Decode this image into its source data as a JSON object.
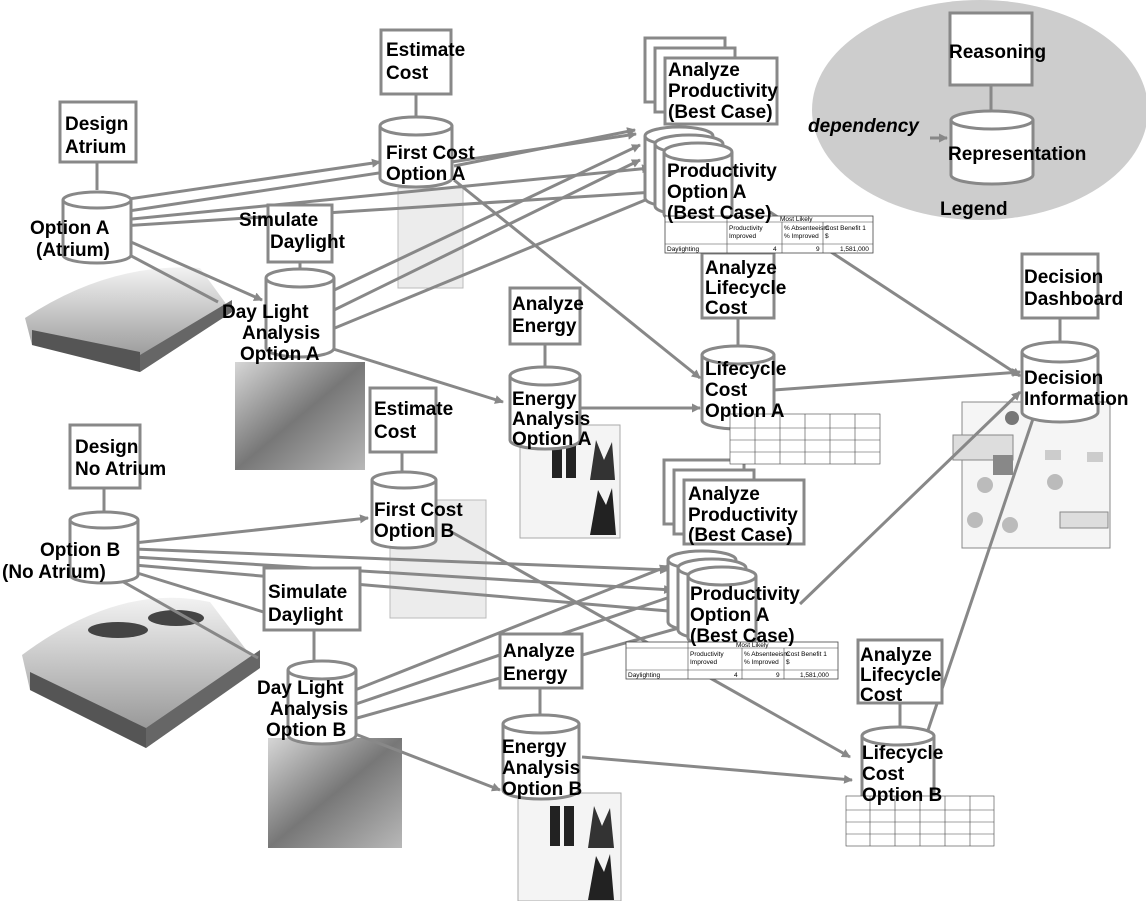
{
  "legend": {
    "reasoning": "Reasoning",
    "dependency": "dependency",
    "representation": "Representation",
    "title": "Legend"
  },
  "reasoning_boxes": {
    "design_atrium": [
      "Design",
      "Atrium"
    ],
    "estimate_cost_a": [
      "Estimate",
      "Cost"
    ],
    "simulate_daylight_a": [
      "Simulate",
      "Daylight"
    ],
    "analyze_energy_a": [
      "Analyze",
      "Energy"
    ],
    "analyze_productivity_a": [
      "Analyze",
      "Productivity",
      "(Best Case)"
    ],
    "analyze_lifecycle_a": [
      "Analyze",
      "Lifecycle",
      "Cost"
    ],
    "decision_dashboard": [
      "Decision",
      "Dashboard"
    ],
    "design_no_atrium": [
      "Design",
      "No Atrium"
    ],
    "estimate_cost_b": [
      "Estimate",
      "Cost"
    ],
    "simulate_daylight_b": [
      "Simulate",
      "Daylight"
    ],
    "analyze_energy_b": [
      "Analyze",
      "Energy"
    ],
    "analyze_productivity_b": [
      "Analyze",
      "Productivity",
      "(Best Case)"
    ],
    "analyze_lifecycle_b": [
      "Analyze",
      "Lifecycle",
      "Cost"
    ]
  },
  "representations": {
    "option_a": [
      "Option A",
      "(Atrium)"
    ],
    "first_cost_a": [
      "First Cost",
      "Option A"
    ],
    "daylight_a": [
      "Day Light",
      "Analysis",
      "Option A"
    ],
    "energy_a": [
      "Energy",
      "Analysis",
      "Option A"
    ],
    "productivity_a": [
      "Productivity",
      "Option A",
      "(Best Case)"
    ],
    "lifecycle_a": [
      "Lifecycle",
      "Cost",
      "Option A"
    ],
    "decision_info": [
      "Decision",
      "Information"
    ],
    "option_b": [
      "Option B",
      "(No Atrium)"
    ],
    "first_cost_b": [
      "First Cost",
      "Option B"
    ],
    "daylight_b": [
      "Day Light",
      "Analysis",
      "Option B"
    ],
    "energy_b": [
      "Energy",
      "Analysis",
      "Option B"
    ],
    "productivity_b": [
      "Productivity",
      "Option A",
      "(Best Case)"
    ],
    "lifecycle_b": [
      "Lifecycle",
      "Cost",
      "Option B"
    ]
  },
  "productivity_table": {
    "group_header": "Most Likely",
    "col1": [
      "Productivity",
      "Improved"
    ],
    "col2": [
      "% Absenteeism",
      "% Improved"
    ],
    "col3": [
      "Cost Benefit 1",
      "$"
    ],
    "row": {
      "label": "Daylighting",
      "v1": "4",
      "v2": "9",
      "v3": "1,581,000"
    }
  }
}
